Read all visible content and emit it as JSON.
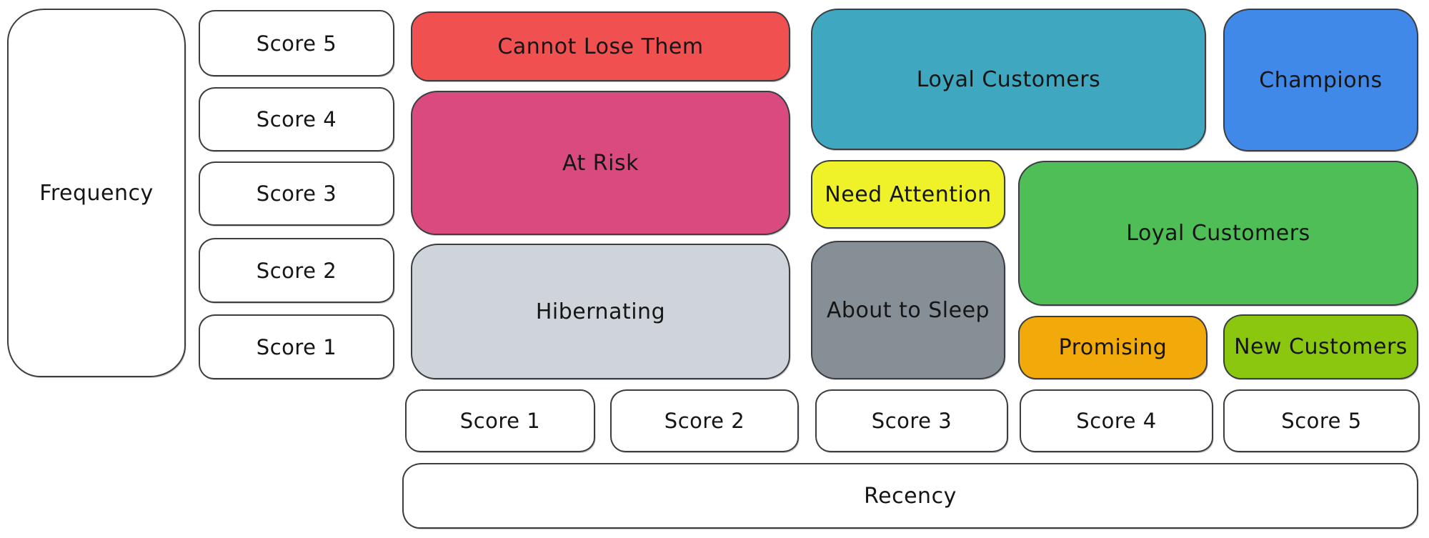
{
  "axes": {
    "frequency": {
      "label": "Frequency",
      "scores": [
        "Score 5",
        "Score 4",
        "Score 3",
        "Score 2",
        "Score 1"
      ]
    },
    "recency": {
      "label": "Recency",
      "scores": [
        "Score 1",
        "Score 2",
        "Score 3",
        "Score 4",
        "Score 5"
      ]
    }
  },
  "segments": [
    {
      "label": "Cannot Lose Them",
      "color": "#f15050"
    },
    {
      "label": "At Risk",
      "color": "#d94b7f"
    },
    {
      "label": "Hibernating",
      "color": "#ced4da"
    },
    {
      "label": "Loyal Customers",
      "color": "#3fa8c0"
    },
    {
      "label": "Champions",
      "color": "#4189e8"
    },
    {
      "label": "Need Attention",
      "color": "#eff229"
    },
    {
      "label": "About to Sleep",
      "color": "#868e96"
    },
    {
      "label": "Loyal Customers",
      "color": "#4fbe57"
    },
    {
      "label": "Promising",
      "color": "#f2a90a"
    },
    {
      "label": "New Customers",
      "color": "#8bc70f"
    }
  ],
  "style": {
    "stroke_color": "#3a3d42",
    "text_color": "#151515",
    "background": "#ffffff"
  }
}
